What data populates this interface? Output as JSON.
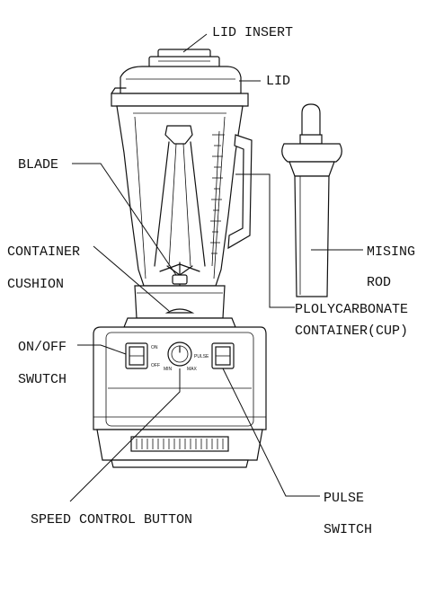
{
  "labels": {
    "lid_insert": "LID INSERT",
    "lid": "LID",
    "blade": "BLADE",
    "container_cushion_1": "CONTAINER",
    "container_cushion_2": "CUSHION",
    "mising_rod_1": "MISING",
    "mising_rod_2": "ROD",
    "container_cup_1": "PLOLYCARBONATE",
    "container_cup_2": "CONTAINER(CUP)",
    "on_off_switch_1": "ON/OFF",
    "on_off_switch_2": "SWUTCH",
    "speed_control_button": "SPEED CONTROL BUTTON",
    "pulse_switch_1": "PULSE",
    "pulse_switch_2": "SWITCH"
  },
  "panel": {
    "on": "ON",
    "off": "OFF",
    "pulse": "PULSE",
    "min": "MIN",
    "max": "MAX"
  }
}
